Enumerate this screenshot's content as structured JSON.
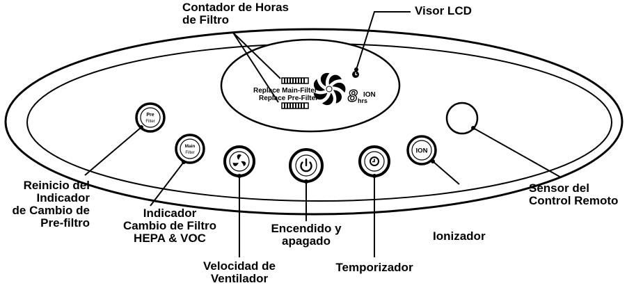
{
  "lcd": {
    "replace_main": "Replace Main-Filter",
    "replace_pre": "Replace Pre-Filter",
    "digit": "8",
    "unit": "hrs",
    "ion": "ION"
  },
  "buttons": {
    "pre_filter": [
      "Pre",
      "Filter"
    ],
    "main_filter": [
      "Main",
      "Filter"
    ],
    "ion": "ION"
  },
  "callouts": {
    "hour_counter": [
      "Contador de Horas",
      "de Filtro"
    ],
    "lcd_display": [
      "Visor LCD"
    ],
    "pre_filter_reset": [
      "Reinicio del",
      "Indicador",
      "de Cambio de",
      "Pre-filtro"
    ],
    "hepa_voc": [
      "Indicador",
      "Cambio de Filtro",
      "HEPA & VOC"
    ],
    "fan_speed": [
      "Velocidad de",
      "Ventilador"
    ],
    "power": [
      "Encendido y",
      "apagado"
    ],
    "timer": [
      "Temporizador"
    ],
    "ionizer": [
      "Ionizador"
    ],
    "remote_sensor": [
      "Sensor del",
      "Control Remoto"
    ]
  }
}
